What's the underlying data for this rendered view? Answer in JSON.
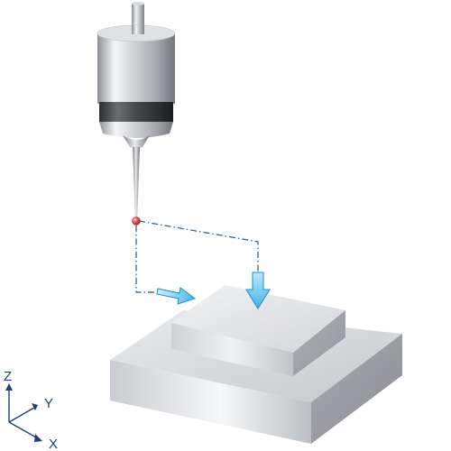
{
  "axes": {
    "z_label": "Z",
    "y_label": "Y",
    "x_label": "X"
  },
  "colors": {
    "path_line": "#28587f",
    "arrow_fill": "#6ec9f3",
    "arrow_stroke": "#1a8fc9",
    "stylus_ball": "#e34a4a",
    "axis": "#1f3f78"
  },
  "icons": {
    "probe": "touch-probe-icon",
    "workpiece": "stepped-block-icon",
    "axes": "coordinate-axes-icon"
  }
}
